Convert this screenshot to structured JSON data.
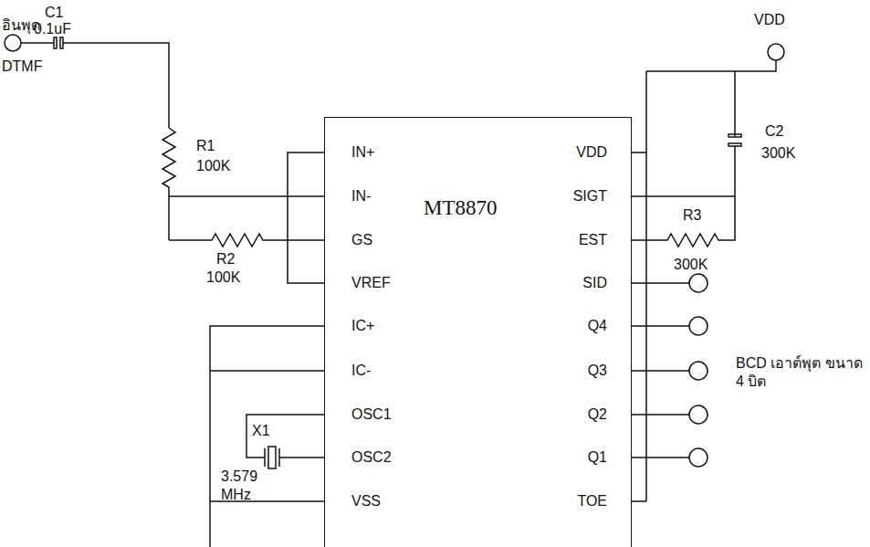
{
  "diagram": {
    "nodes": [
      {
        "text": [
          "MT8870"
        ]
      }
    ],
    "edges": [],
    "labels": [
      "อินพุด",
      "C1",
      "0.1uF",
      "DTMF",
      "R1",
      "100K",
      "R2",
      "100K",
      "IN+",
      "IN-",
      "GS",
      "VREF",
      "IC+",
      "IC-",
      "OSC1",
      "OSC2",
      "VSS",
      "X1",
      "3.579 MHz",
      "VDD",
      "SIGT",
      "EST",
      "SID",
      "Q4",
      "Q3",
      "Q2",
      "Q1",
      "TOE",
      "VDD",
      "C2",
      "300K",
      "R3",
      "300K",
      "BCD เอาต์พุต ขนาด 4 บิต"
    ]
  }
}
